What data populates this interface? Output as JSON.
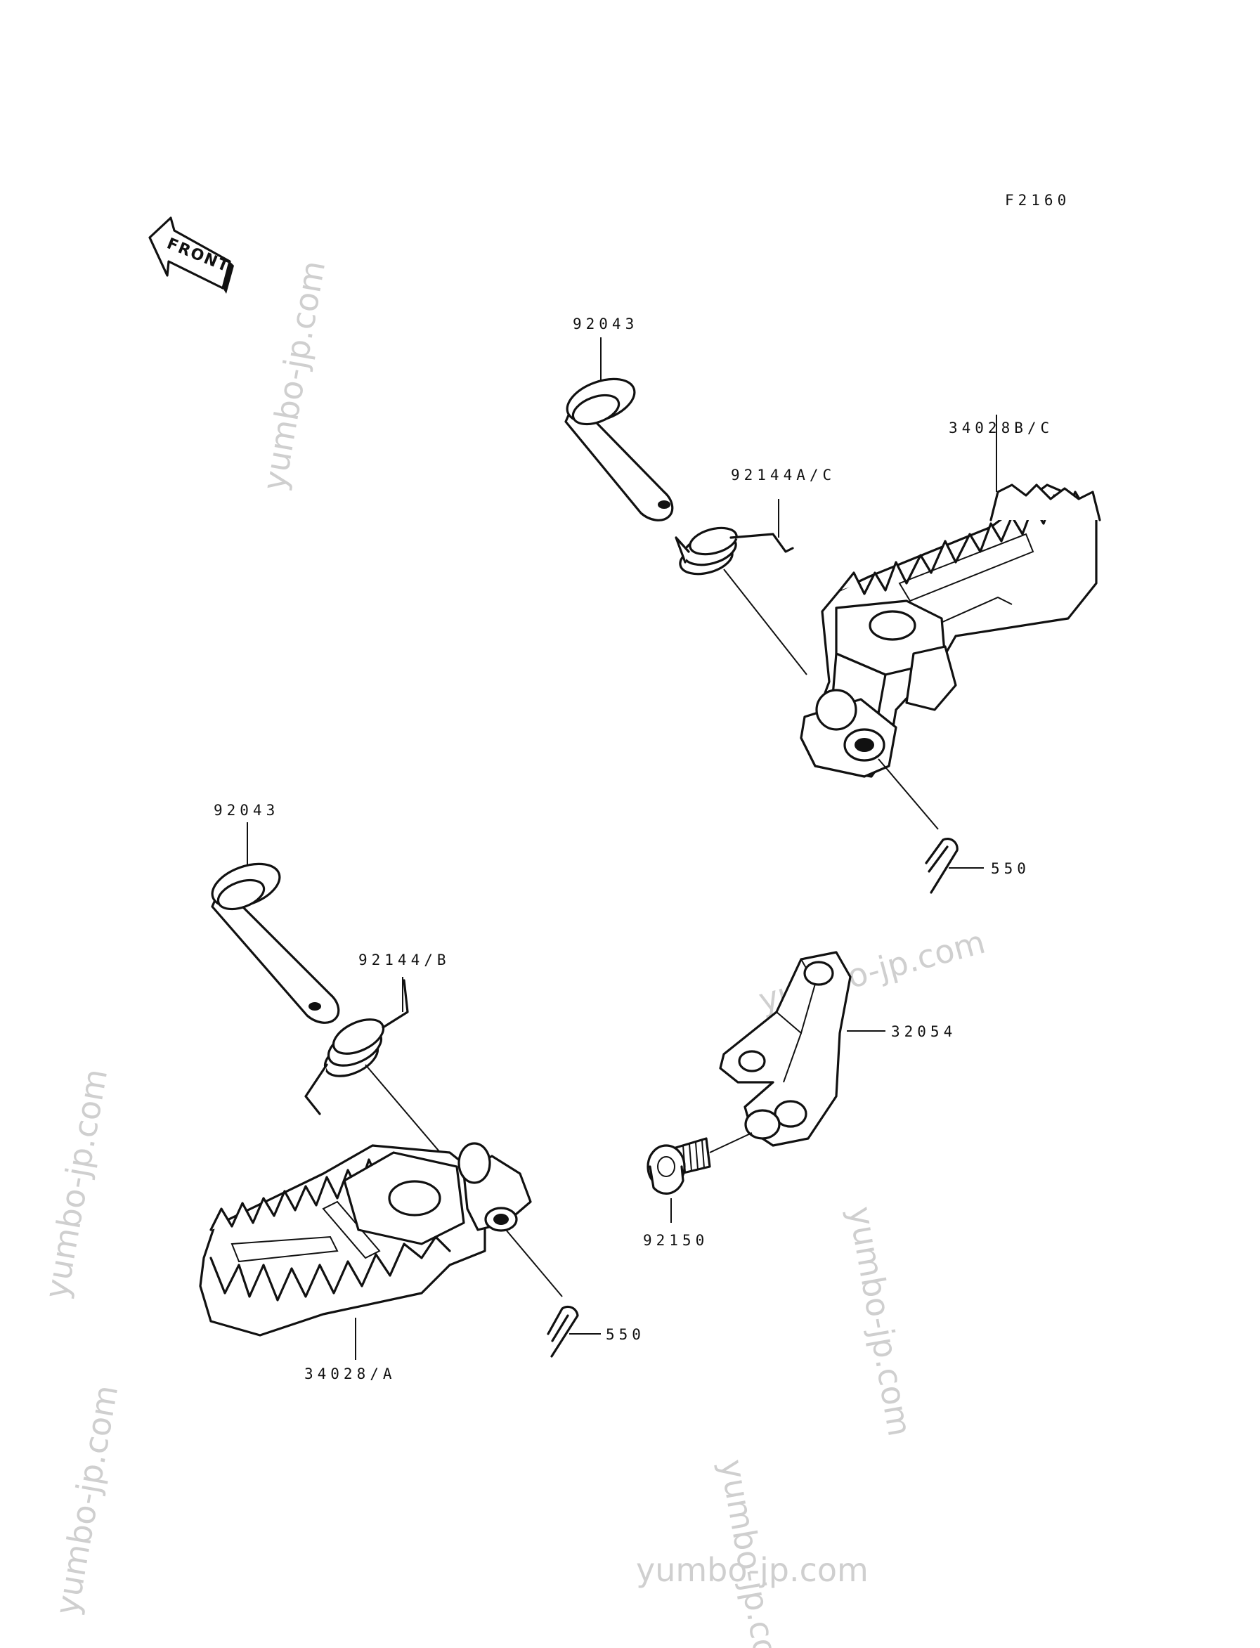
{
  "diagram": {
    "figure_code": "F2160",
    "front_arrow_text": "FRONT",
    "callouts": {
      "pivot_pin_upper": "92043",
      "spring_upper": "92144A/C",
      "footpeg_upper": "34028B/C",
      "cotter_pin_upper": "550",
      "pivot_pin_lower": "92043",
      "spring_lower": "92144/B",
      "bracket": "32054",
      "bolt": "92150",
      "footpeg_lower": "34028/A",
      "cotter_pin_lower": "550"
    },
    "watermark_text": "yumbo-jp.com"
  },
  "colors": {
    "line": "#111111",
    "watermark": "#cfcfcf",
    "background": "#ffffff"
  }
}
